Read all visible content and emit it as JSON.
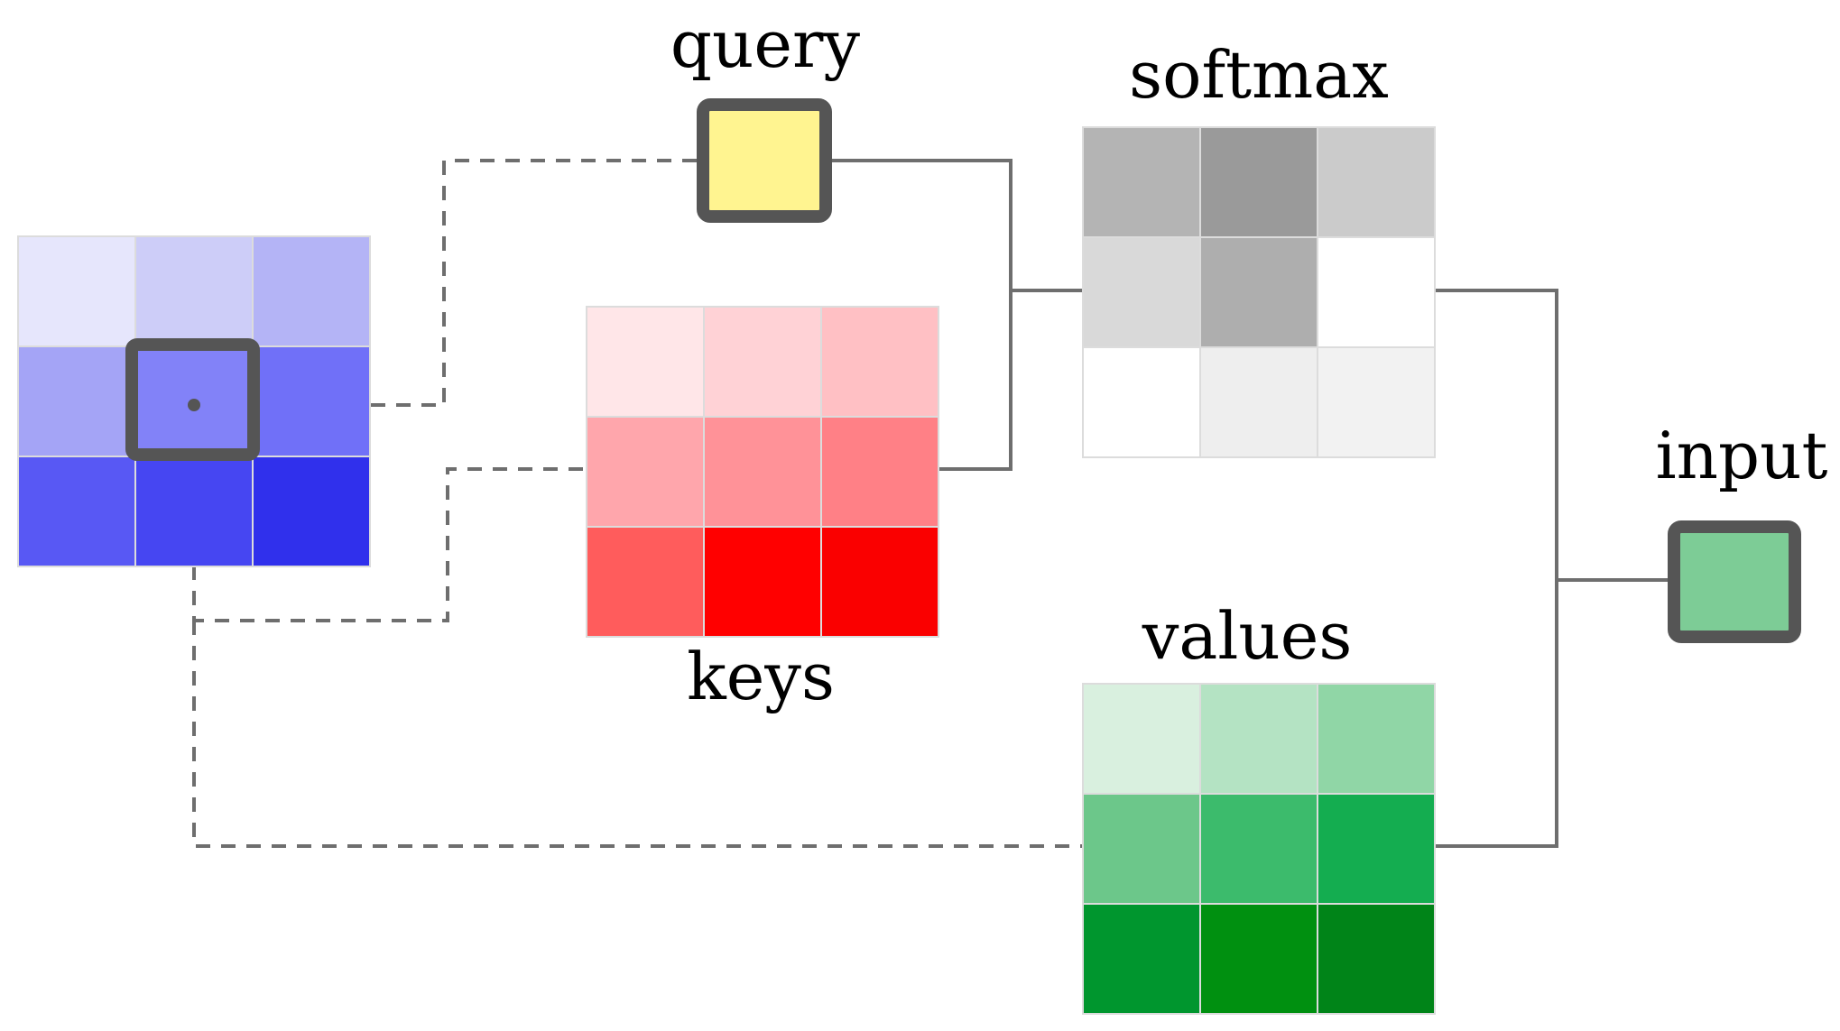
{
  "labels": {
    "query": "query",
    "keys": "keys",
    "softmax": "softmax",
    "values": "values",
    "input": "input"
  },
  "colors": {
    "line": "#6e6e6e",
    "box_border": "#555555",
    "query_fill": "#fff490",
    "input_fill": "#7dcc96"
  },
  "grids": {
    "source": [
      "#e6e6fc",
      "#cdcdf8",
      "#b4b4f6",
      "#a4a4f6",
      "#8282f8",
      "#7070f8",
      "#5858f4",
      "#4646f2",
      "#3030ec"
    ],
    "keys": [
      "#ffe6e8",
      "#ffd2d6",
      "#ffc0c4",
      "#ffa6ac",
      "#ff9298",
      "#ff8086",
      "#ff5c5c",
      "#ff0000",
      "#fa0000"
    ],
    "softmax": [
      "#b4b4b4",
      "#9a9a9a",
      "#cbcbcb",
      "#d9d9d9",
      "#aeaeae",
      "#ffffff",
      "#ffffff",
      "#eeeeee",
      "#f2f2f2"
    ],
    "values": [
      "#d9f0df",
      "#b4e3c3",
      "#90d6a6",
      "#6cc78a",
      "#3cbb6c",
      "#14ad50",
      "#00962e",
      "#009010",
      "#008418"
    ]
  }
}
